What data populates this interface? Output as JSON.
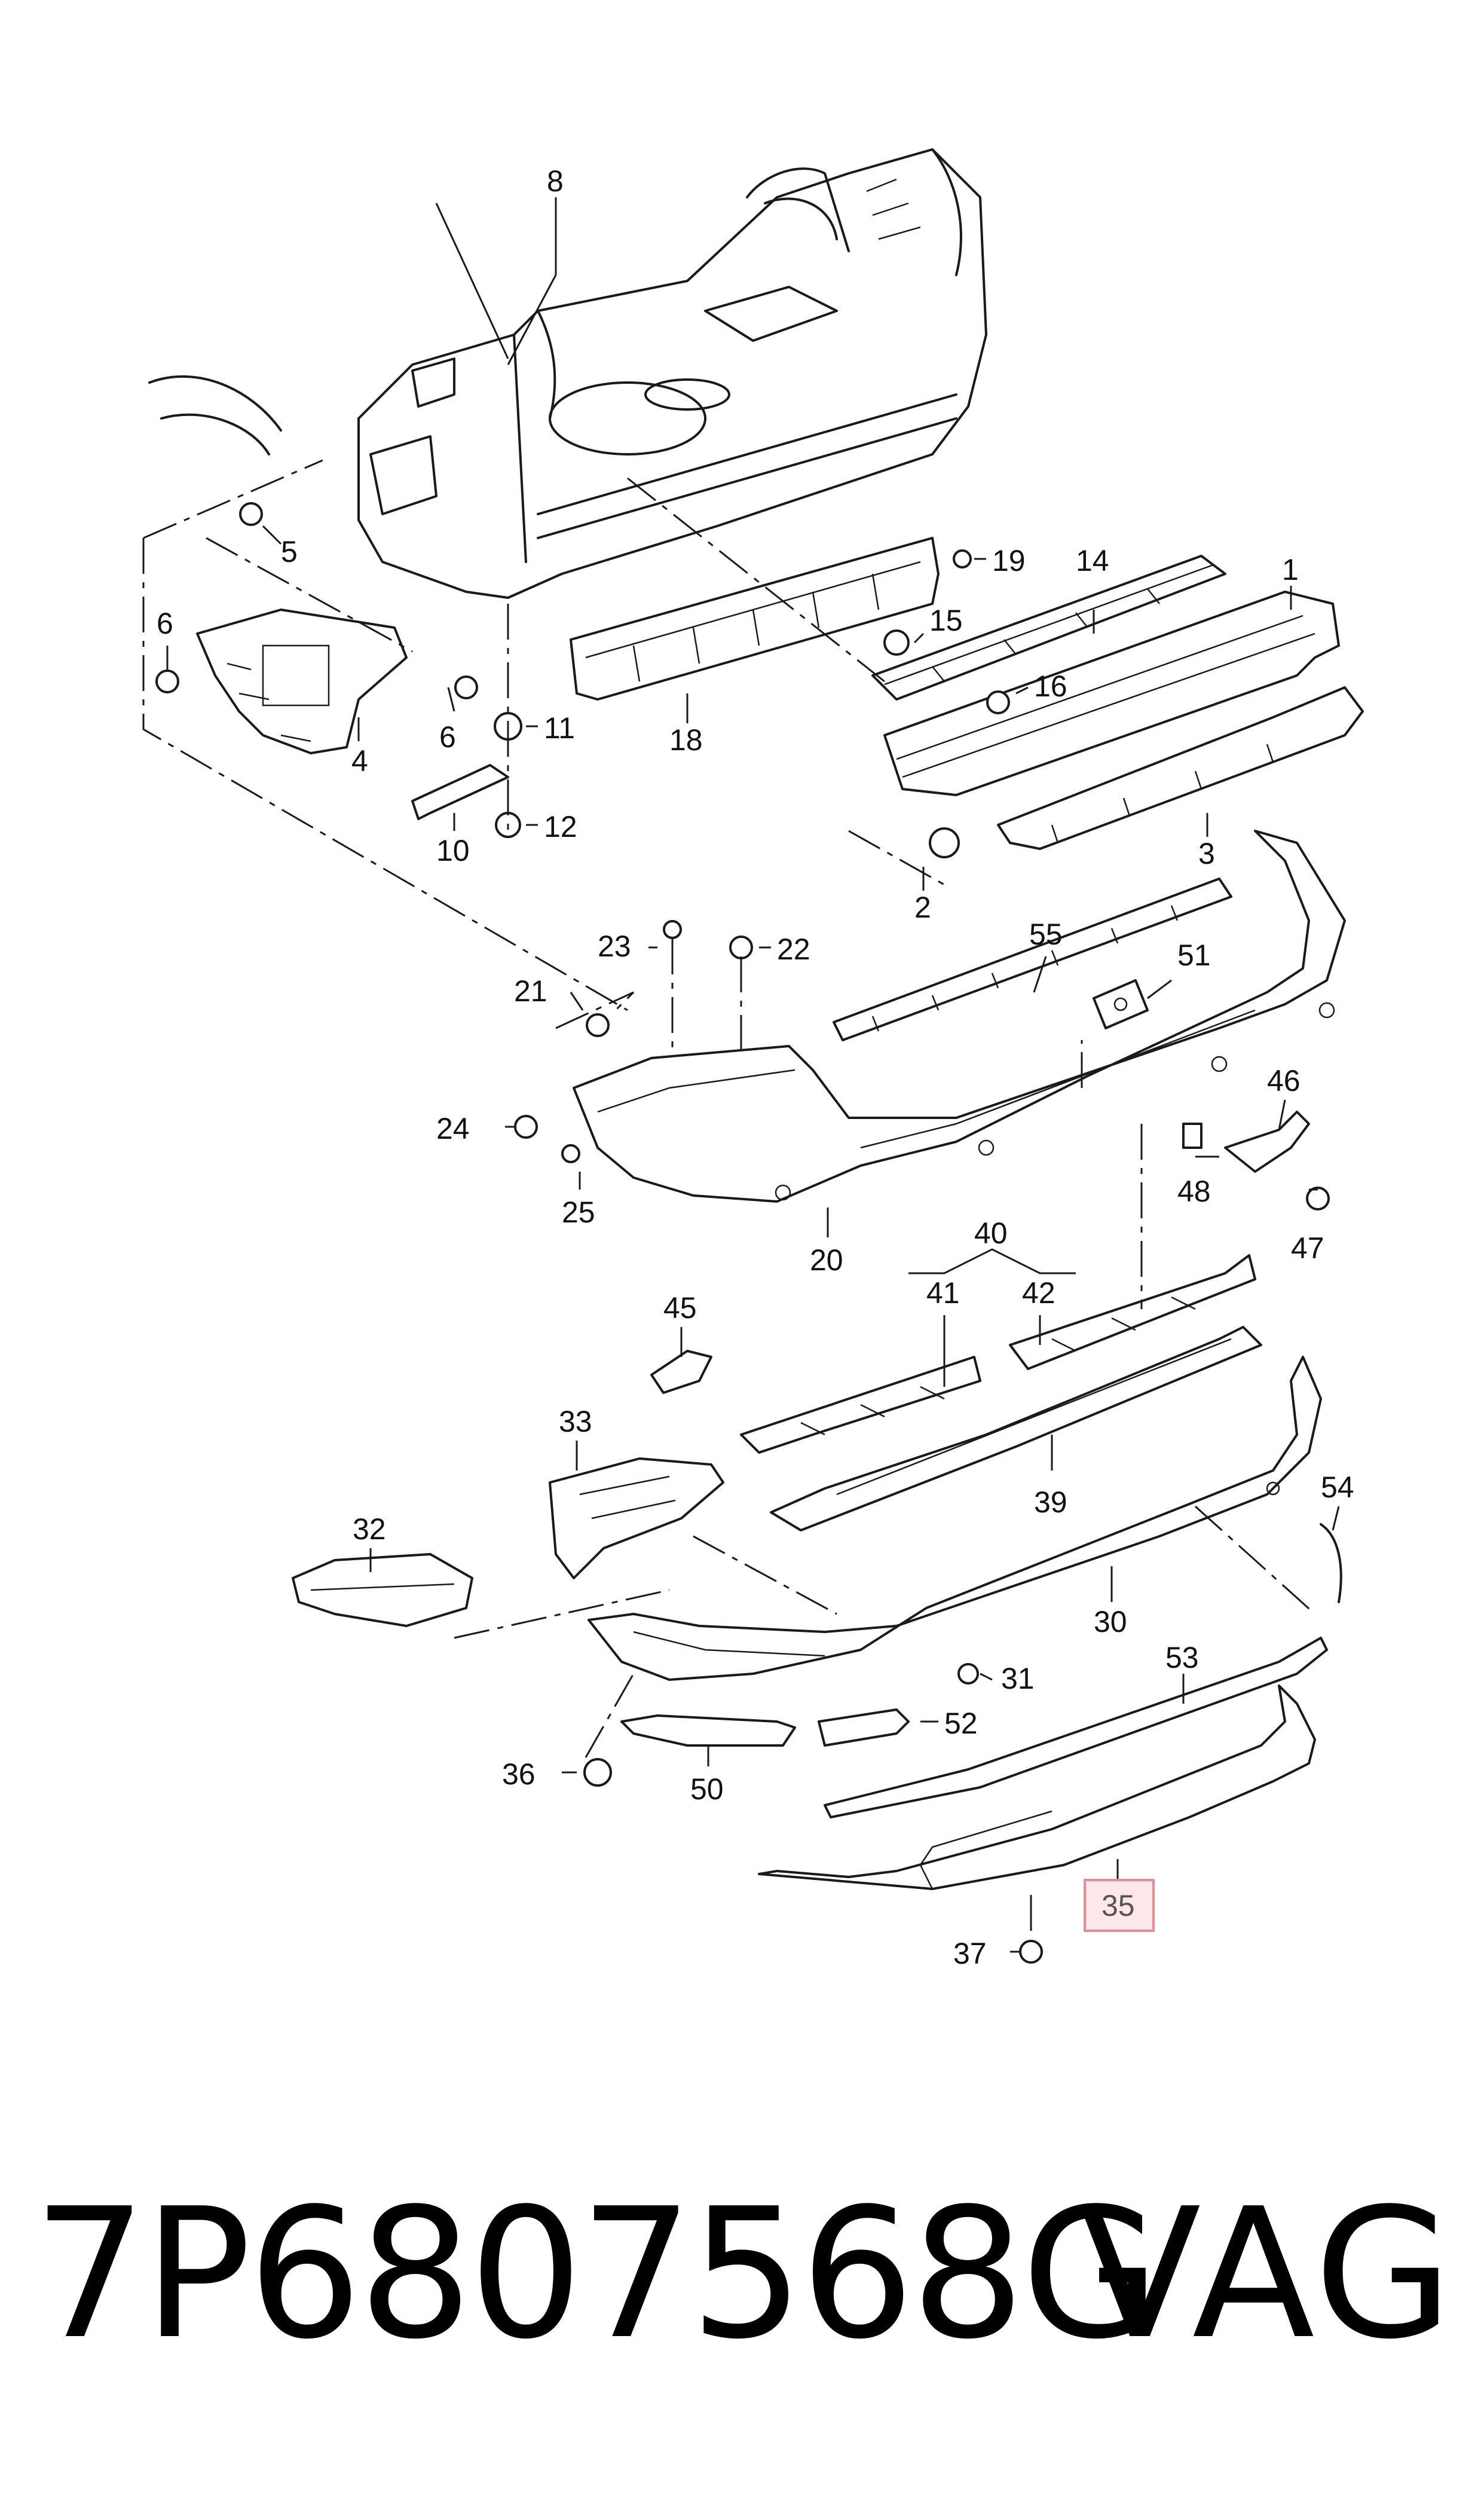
{
  "diagram": {
    "callouts": [
      "8",
      "5",
      "6",
      "4",
      "6",
      "11",
      "10",
      "12",
      "18",
      "19",
      "14",
      "15",
      "16",
      "1",
      "3",
      "2",
      "55",
      "51",
      "23",
      "22",
      "21",
      "24",
      "25",
      "20",
      "46",
      "48",
      "47",
      "40",
      "41",
      "42",
      "45",
      "33",
      "39",
      "54",
      "32",
      "30",
      "31",
      "53",
      "52",
      "36",
      "50",
      "35",
      "37"
    ],
    "highlighted_callout": "35",
    "highlight_color": "#fde7ea",
    "highlight_border": "#e58a97"
  },
  "footer": {
    "part_number": "7P6807568G",
    "brand": "VAG"
  }
}
